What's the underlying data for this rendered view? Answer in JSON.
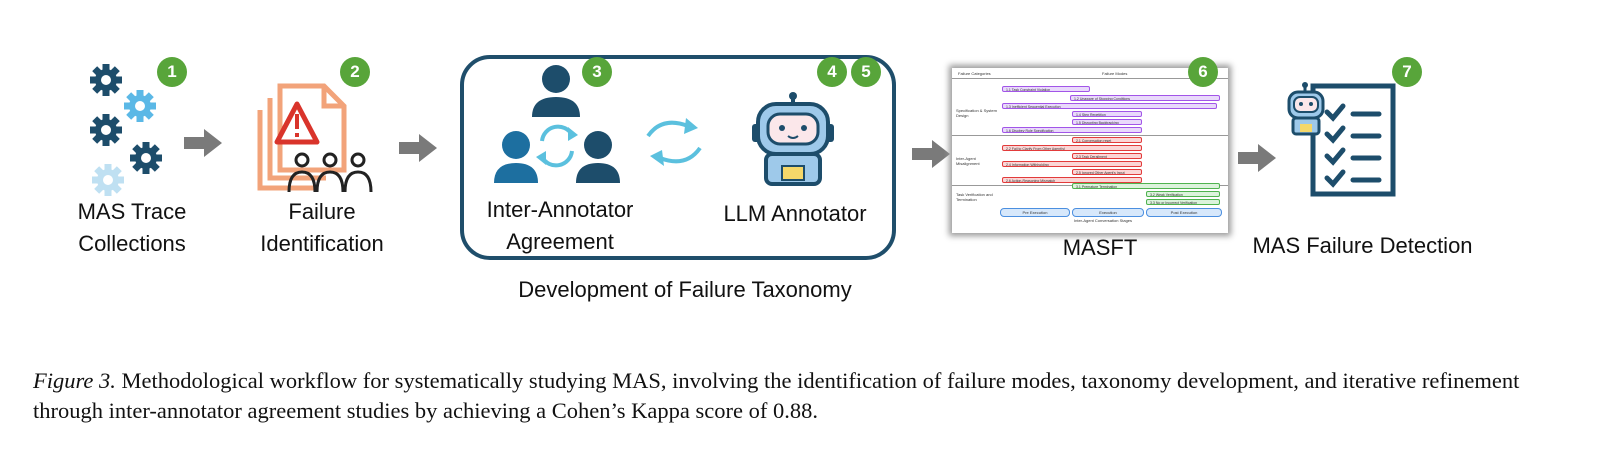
{
  "stages": [
    {
      "badge": "1",
      "label_line1": "MAS Trace",
      "label_line2": "Collections"
    },
    {
      "badge": "2",
      "label_line1": "Failure",
      "label_line2": "Identification"
    },
    {
      "badge": "3",
      "label_line1": "Inter-Annotator",
      "label_line2": "Agreement"
    },
    {
      "badge_a": "4",
      "badge_b": "5",
      "label": "LLM Annotator"
    },
    {
      "badge": "6",
      "label": "MASFT"
    },
    {
      "badge": "7",
      "label": "MAS Failure Detection"
    }
  ],
  "group_label": "Development of Failure Taxonomy",
  "taxonomy": {
    "header_left": "Failure Categories",
    "header_right": "Failure Modes",
    "categories": [
      {
        "name": "Specification & System Design",
        "modes": [
          "1.1 Task Constraint Violation",
          "1.2 Unaware of Stopping Conditions",
          "1.3 Inefficient Sequential Execution",
          "1.4 Step Repetition",
          "1.5 Disrupting Backtracking",
          "1.6 Disobey Role Specification"
        ]
      },
      {
        "name": "Inter-Agent Misalignment",
        "modes": [
          "2.1 Conversation reset",
          "2.2 Fail to Clarify From Other Agent(s)",
          "2.3 Task Derailment",
          "2.4 Information Withholding",
          "2.5 Ignored Other Agent's Input",
          "2.6 Action-Reasoning Mismatch"
        ]
      },
      {
        "name": "Task Verification and Termination",
        "modes": [
          "3.1 Premature Termination",
          "3.2 Weak Verification",
          "3.3 No or Incorrect Verification"
        ]
      }
    ],
    "stages": [
      "Pre Execution",
      "Execution",
      "Post Execution"
    ],
    "stages_caption": "Inter-Agent Conversation Stages"
  },
  "caption": {
    "prefix": "Figure 3.",
    "text": " Methodological workflow for systematically studying MAS, involving the identification of failure modes, taxonomy development, and iterative refinement through inter-annotator agreement studies by achieving a Cohen’s Kappa score of 0.88."
  },
  "colors": {
    "badge": "#58a53a",
    "navy": "#1f4e6b",
    "arrow": "#7a7a7a",
    "doc": "#f2a37a",
    "warning": "#d9342b",
    "refresh": "#5bc0de"
  }
}
